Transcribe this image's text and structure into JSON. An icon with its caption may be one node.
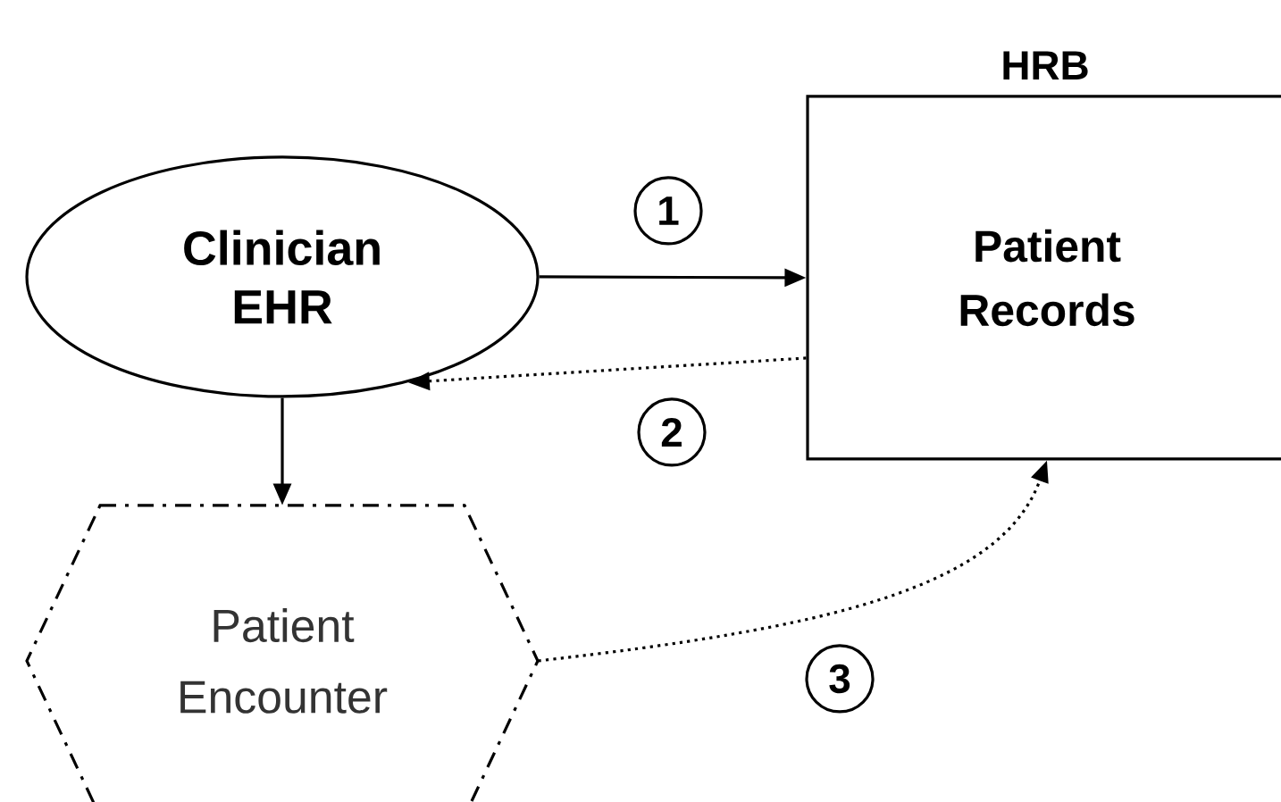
{
  "diagram": {
    "nodes": [
      {
        "text": [
          "Clinician EHR"
        ]
      },
      {
        "text": [
          "HRB",
          "Patient Records"
        ]
      },
      {
        "text": [
          "Patient Encounter"
        ]
      }
    ],
    "edges": [
      {
        "from": 0,
        "to": 1,
        "arrow": "to",
        "label": "1"
      },
      {
        "from": 1,
        "to": 0,
        "arrow": "to",
        "label": "2",
        "style": "dashed"
      },
      {
        "from": 0,
        "to": 2,
        "arrow": "to"
      },
      {
        "from": 2,
        "to": 1,
        "arrow": "to",
        "label": "3",
        "style": "dashed"
      }
    ]
  }
}
